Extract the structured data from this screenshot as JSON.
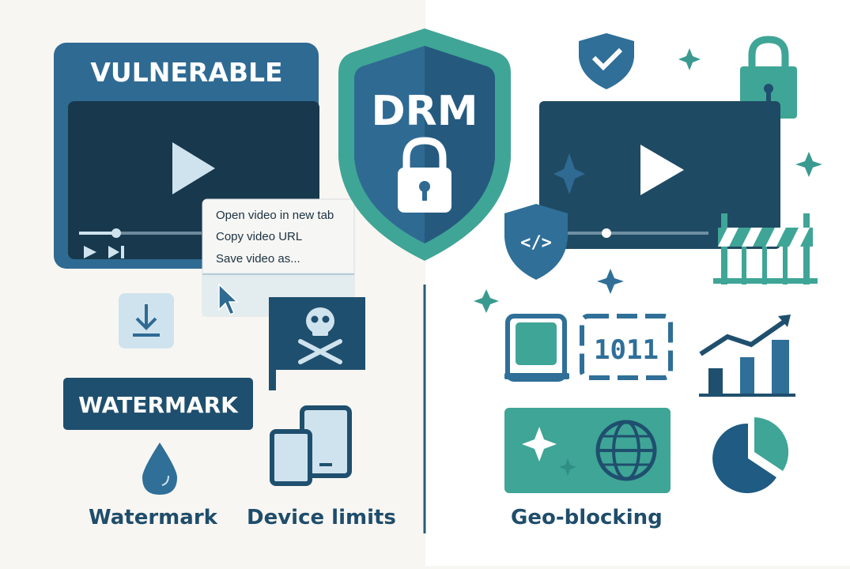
{
  "hero": {
    "vulnerable_label": "VULNERABLE",
    "drm_label": "DRM"
  },
  "context_menu": {
    "items": [
      {
        "label": "Open video in new tab"
      },
      {
        "label": "Copy video URL"
      },
      {
        "label": "Save video as..."
      }
    ]
  },
  "left_section": {
    "watermark_badge": "WATERMARK",
    "watermark_caption": "Watermark",
    "device_limits_caption": "Device limits"
  },
  "right_section": {
    "code_icon_text": "</>",
    "binary_text": "1011",
    "geo_blocking_caption": "Geo-blocking"
  },
  "colors": {
    "navy": "#1f4f6e",
    "dark_navy": "#183a4f",
    "teal": "#3fa596",
    "blue": "#2f6f98",
    "light_blue": "#cfe3ee",
    "left_bg": "#f8f6f2",
    "right_bg": "#ffffff"
  },
  "icons": [
    "play-icon",
    "shield-icon",
    "lock-icon",
    "download-icon",
    "pirate-flag-icon",
    "water-drop-icon",
    "devices-icon",
    "cursor-icon",
    "checkmark-shield-icon",
    "code-shield-icon",
    "sparkle-icon",
    "barrier-icon",
    "chip-icon",
    "growth-chart-icon",
    "pie-chart-icon",
    "globe-icon"
  ]
}
